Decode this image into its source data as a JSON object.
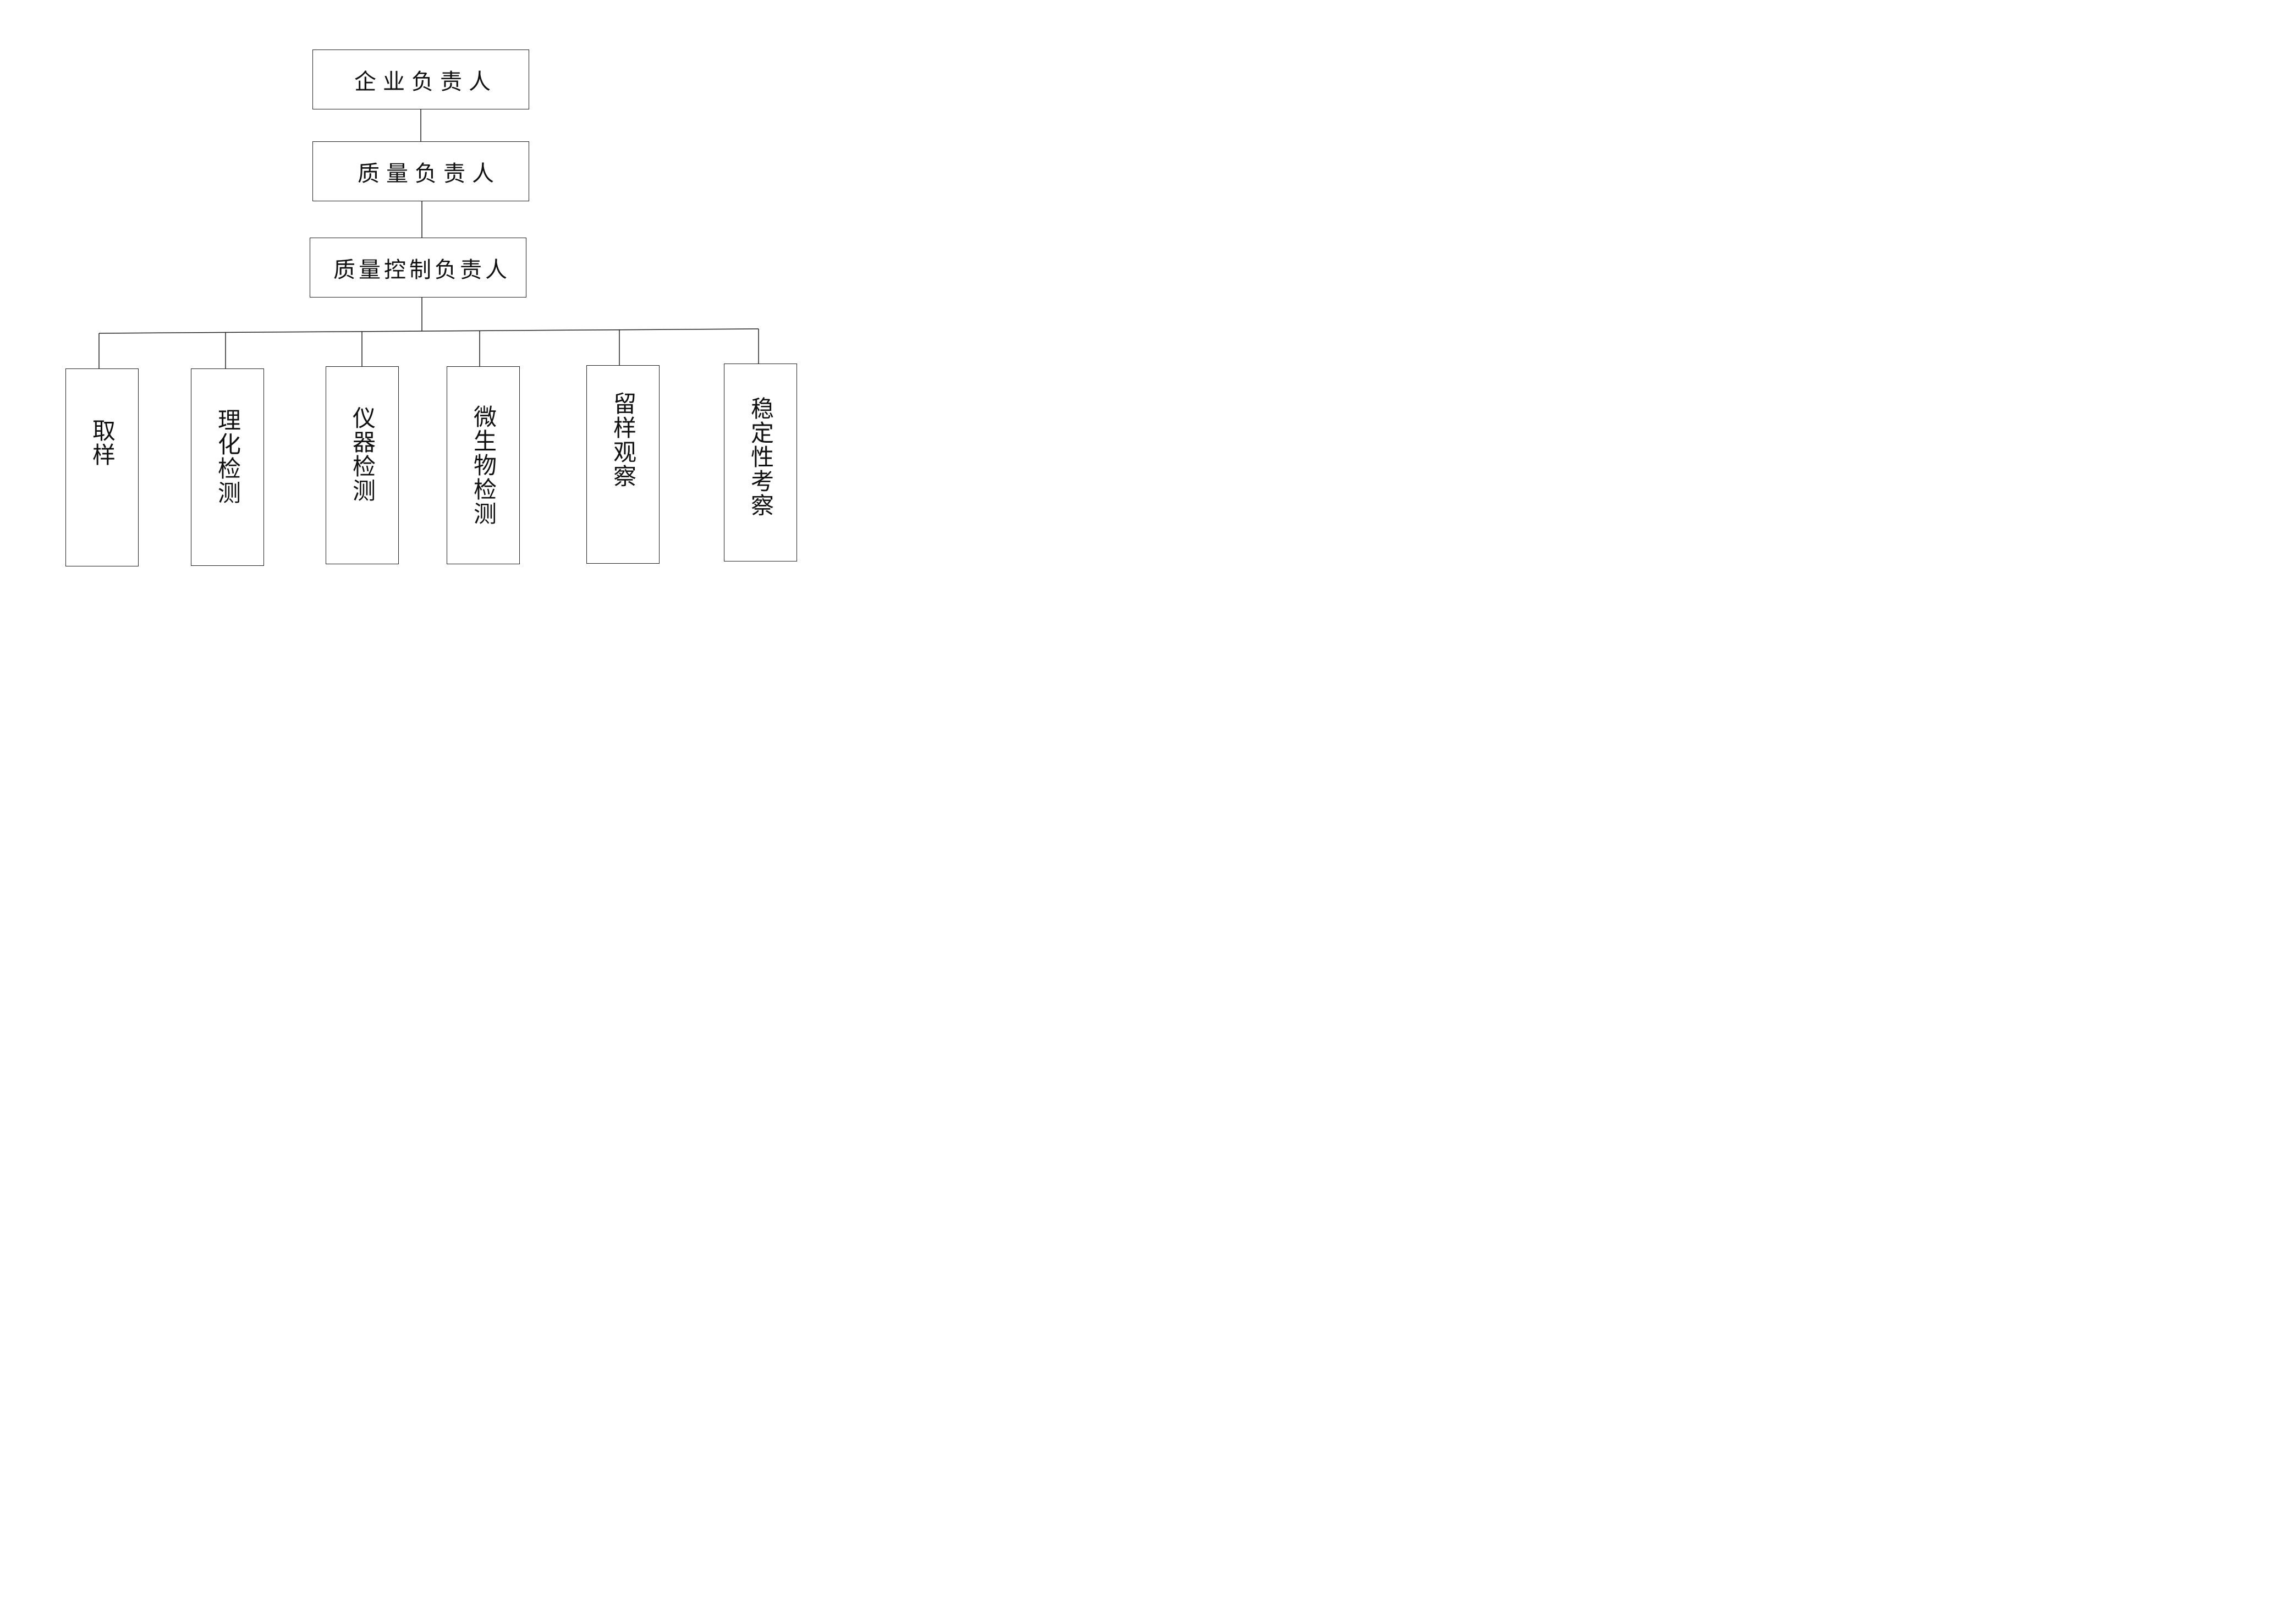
{
  "nodes": {
    "enterprise_head": "企业负责人",
    "quality_head": "质量负责人",
    "qc_head": "质量控制负责人"
  },
  "departments": [
    "取样",
    "理化检测",
    "仪器检测",
    "微生物检测",
    "留样观察",
    "稳定性考察"
  ]
}
